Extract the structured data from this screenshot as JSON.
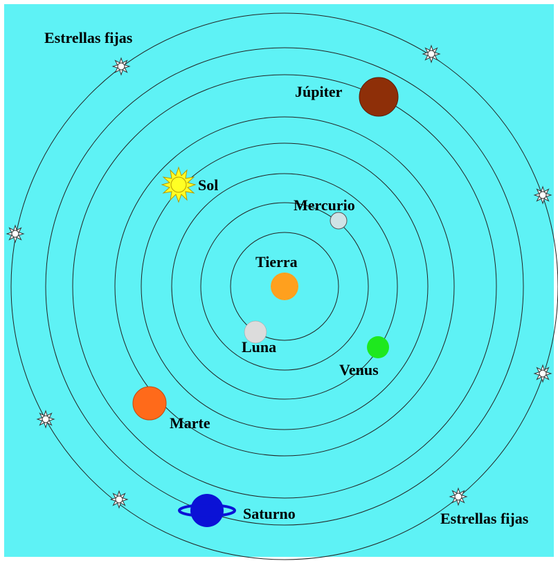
{
  "colors": {
    "sky": "#5ef2f5",
    "orbit": "#222222",
    "tierra": "#ffa01e",
    "luna": "#dcdcdc",
    "mercurio": "#cfe3e6",
    "venus": "#1ee81e",
    "sol": "#ffff24",
    "marte": "#ff6a1a",
    "jupiter": "#8e2f08",
    "saturno": "#0b12d6",
    "star": "#ffffff"
  },
  "bodies": {
    "tierra": {
      "label": "Tierra",
      "icon": "planet-circle"
    },
    "luna": {
      "label": "Luna",
      "icon": "planet-circle"
    },
    "mercurio": {
      "label": "Mercurio",
      "icon": "planet-circle"
    },
    "venus": {
      "label": "Venus",
      "icon": "planet-circle"
    },
    "sol": {
      "label": "Sol",
      "icon": "sun-icon"
    },
    "marte": {
      "label": "Marte",
      "icon": "planet-circle"
    },
    "jupiter": {
      "label": "Júpiter",
      "icon": "planet-circle"
    },
    "saturno": {
      "label": "Saturno",
      "icon": "ringed-planet-icon"
    }
  },
  "fixed_stars": {
    "label_top": "Estrellas fijas",
    "label_bottom": "Estrellas fijas",
    "icon": "star-icon"
  }
}
